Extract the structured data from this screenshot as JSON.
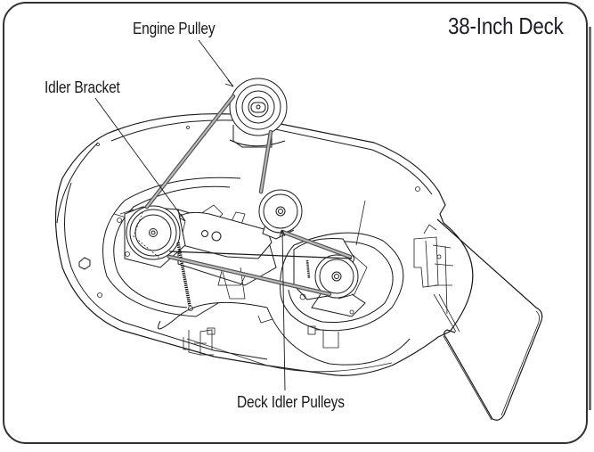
{
  "diagram": {
    "title": "38-Inch Deck",
    "callouts": {
      "engine_pulley": "Engine Pulley",
      "idler_bracket": "Idler Bracket",
      "deck_idler_pulleys": "Deck Idler Pulleys"
    },
    "colors": {
      "line": "#1a1a1a",
      "belt": "#555555",
      "frame": "#333333",
      "background": "#ffffff"
    }
  }
}
